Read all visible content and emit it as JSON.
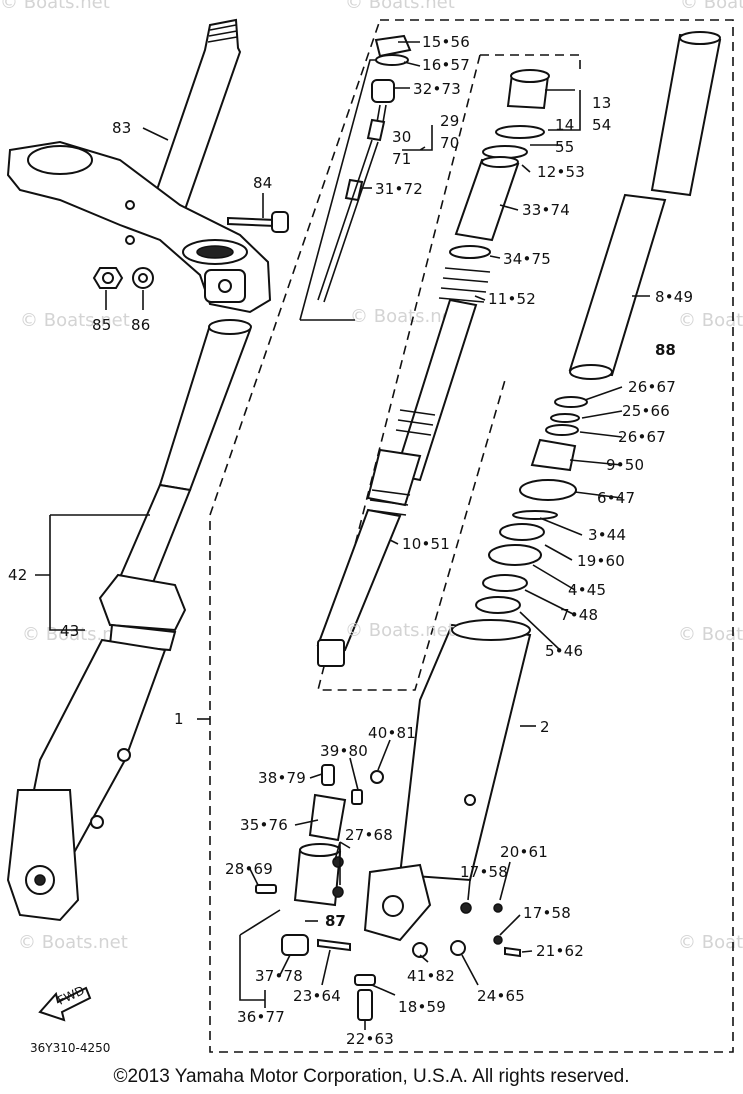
{
  "watermark": "© Boats.net",
  "center_watermark": "© Boats.net",
  "diagram_code": "36Y310-4250",
  "fwd_label": "FWD",
  "copyright": "©2013 Yamaha Motor Corporation, U.S.A. All rights reserved.",
  "callouts": {
    "c1": "1",
    "c2": "2",
    "c3_44": "3•44",
    "c4_45": "4•45",
    "c5_46": "5•46",
    "c6_47": "6•47",
    "c7_48": "7•48",
    "c8_49": "8•49",
    "c9_50": "9•50",
    "c10_51": "10•51",
    "c11_52": "11•52",
    "c12_53": "12•53",
    "c13": "13",
    "c54": "54",
    "c14": "14",
    "c55": "55",
    "c15_56": "15•56",
    "c16_57": "16•57",
    "c17_58a": "17•58",
    "c17_58b": "17•58",
    "c18_59": "18•59",
    "c19_60": "19•60",
    "c20_61": "20•61",
    "c21_62": "21•62",
    "c22_63": "22•63",
    "c23_64": "23•64",
    "c24_65": "24•65",
    "c25_66": "25•66",
    "c26_67a": "26•67",
    "c26_67b": "26•67",
    "c27_68": "27•68",
    "c28_69": "28•69",
    "c29": "29",
    "c70": "70",
    "c30": "30",
    "c71": "71",
    "c31_72": "31•72",
    "c32_73": "32•73",
    "c33_74": "33•74",
    "c34_75": "34•75",
    "c35_76": "35•76",
    "c36_77": "36•77",
    "c37_78": "37•78",
    "c38_79": "38•79",
    "c39_80": "39•80",
    "c40_81": "40•81",
    "c41_82": "41•82",
    "c42": "42",
    "c43": "43",
    "c83": "83",
    "c84": "84",
    "c85": "85",
    "c86": "86",
    "c87": "87",
    "c88": "88"
  }
}
